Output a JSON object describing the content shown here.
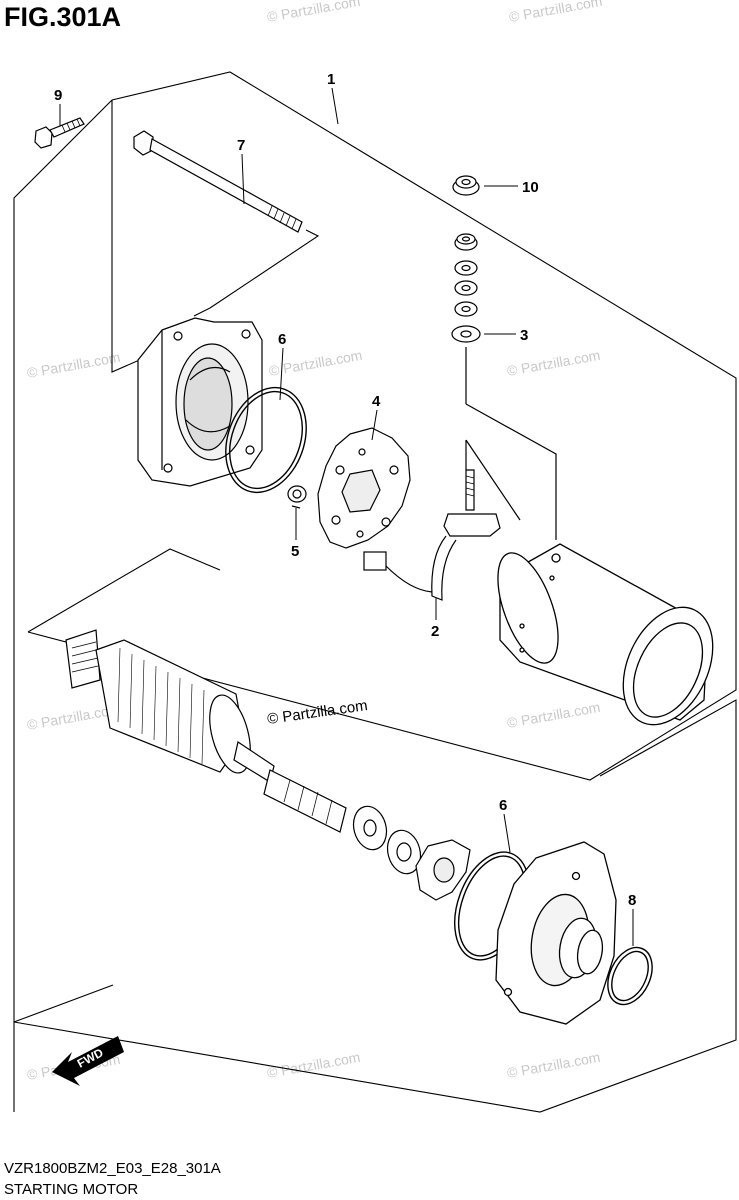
{
  "figure": {
    "title": "FIG.301A"
  },
  "footer": {
    "model_code": "VZR1800BZM2_E03_E28_301A",
    "caption": "STARTING MOTOR"
  },
  "watermark": {
    "text": "© Partzilla.com",
    "main_text": "© Partzilla.com"
  },
  "fwd_marker": {
    "label": "FWD"
  },
  "callouts": [
    {
      "id": "1",
      "label": "1"
    },
    {
      "id": "2",
      "label": "2"
    },
    {
      "id": "3",
      "label": "3"
    },
    {
      "id": "4",
      "label": "4"
    },
    {
      "id": "5",
      "label": "5"
    },
    {
      "id": "6a",
      "label": "6"
    },
    {
      "id": "6b",
      "label": "6"
    },
    {
      "id": "7",
      "label": "7"
    },
    {
      "id": "8",
      "label": "8"
    },
    {
      "id": "9",
      "label": "9"
    },
    {
      "id": "10",
      "label": "10"
    }
  ]
}
